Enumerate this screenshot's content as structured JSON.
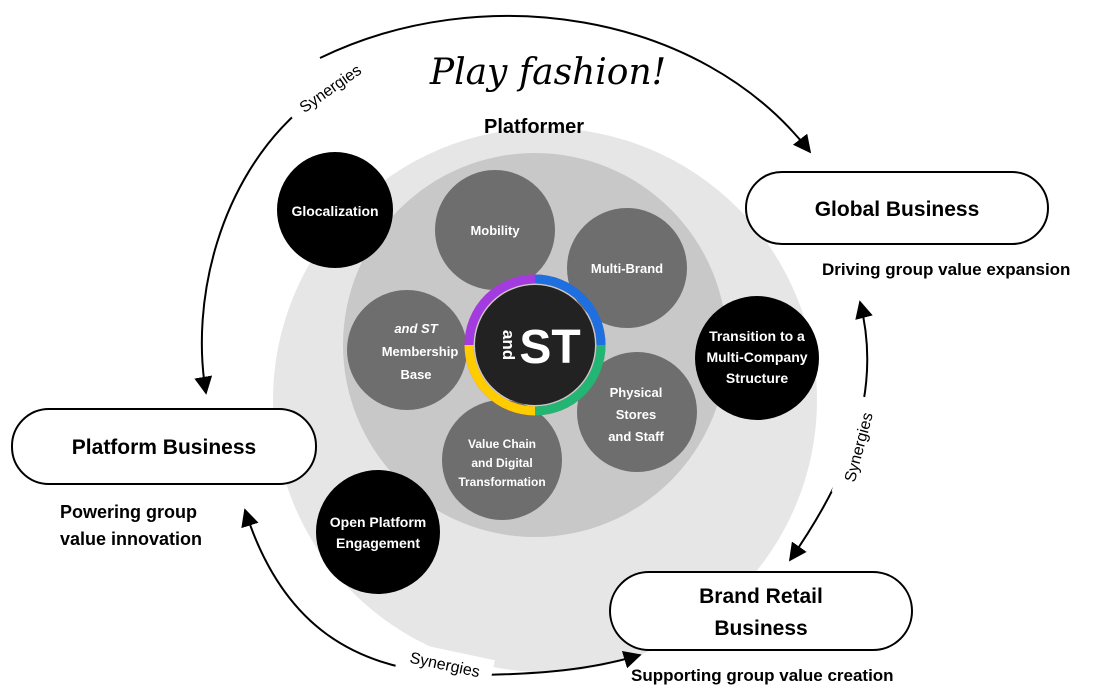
{
  "tagline": "Play fashion!",
  "platformer": "Platformer",
  "logo": {
    "small": "and",
    "big": "ST"
  },
  "inner_circles": {
    "mobility": "Mobility",
    "multi_brand": "Multi-Brand",
    "membership": [
      "and ST",
      "Membership",
      "Base"
    ],
    "physical": [
      "Physical",
      "Stores",
      "and Staff"
    ],
    "value_chain": [
      "Value Chain",
      "and Digital",
      "Transformation"
    ]
  },
  "outer_circles": {
    "glocalization": "Glocalization",
    "transition": [
      "Transition to a",
      "Multi-Company",
      "Structure"
    ],
    "open_platform": [
      "Open Platform",
      "Engagement"
    ]
  },
  "businesses": {
    "global": {
      "title": "Global Business",
      "caption": "Driving group value expansion"
    },
    "platform": {
      "title": "Platform Business",
      "caption": [
        "Powering group",
        "value innovation"
      ]
    },
    "brand": {
      "title": [
        "Brand Retail",
        "Business"
      ],
      "caption": "Supporting group value creation"
    }
  },
  "synergies": [
    "Synergies",
    "Synergies",
    "Synergies"
  ],
  "colors": {
    "outer_ring": "#e6e6e6",
    "inner_disk": "#c8c8c8",
    "gray_circle": "#6e6e6e",
    "black_circle": "#000000"
  }
}
